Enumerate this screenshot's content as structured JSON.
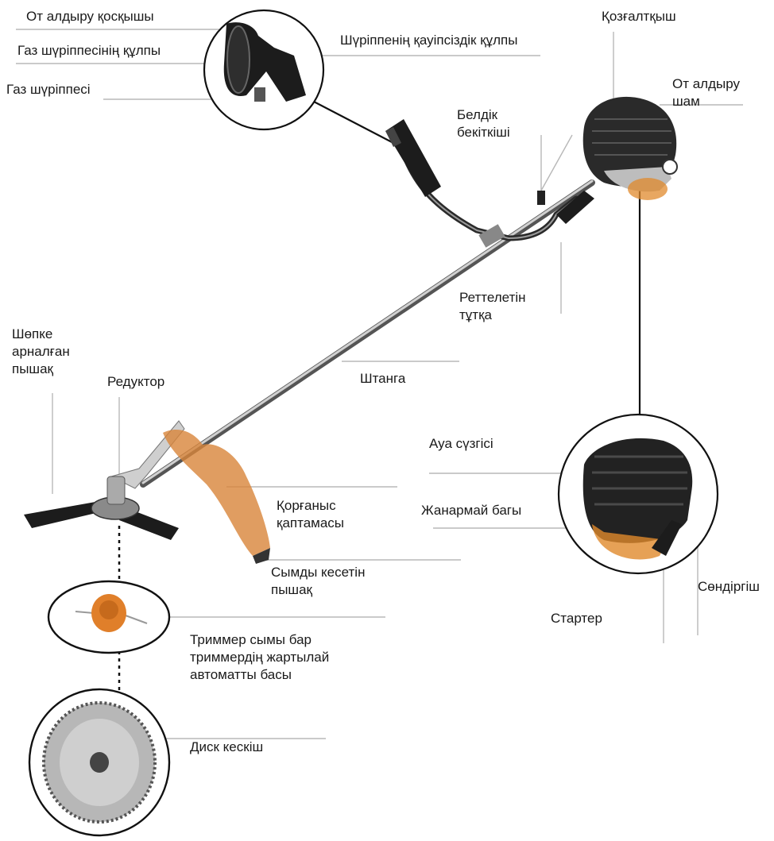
{
  "labels": {
    "ignition_switch": "От алдыру қосқышы",
    "throttle_lock": "Газ шүріппесінің құлпы",
    "throttle_trigger": "Газ шүріппесі",
    "trigger_safety_lock": "Шүріппенің қауіпсіздік құлпы",
    "engine": "Қозғалтқыш",
    "spark_plug": "От алдыру\n шам",
    "belt_clip": "Белдік\nбекіткіші",
    "adjustable_handle": "Реттелетін\nтұтқа",
    "shaft": "Штанга",
    "grass_blade": "Шөпке\nарналған\nпышақ",
    "gearbox": "Редуктор",
    "guard": "Қорғаныс\nқаптамасы",
    "line_cutter_blade": "Сымды кесетін\nпышақ",
    "trimmer_head": "Триммер сымы бар\nтриммердің жартылай\nавтоматты басы",
    "disc_cutter": "Диск кескіш",
    "air_filter": "Ауа сүзгісі",
    "fuel_tank": "Жанармай багы",
    "starter": "Стартер",
    "stop_switch": "Сөндіргіш"
  },
  "colors": {
    "line": "#111111",
    "leader": "#b8b8b8",
    "engine_body": "#2a2a2a",
    "engine_orange": "#e08a2c",
    "guard_orange": "#d8843a",
    "handle_black": "#1c1c1c"
  }
}
